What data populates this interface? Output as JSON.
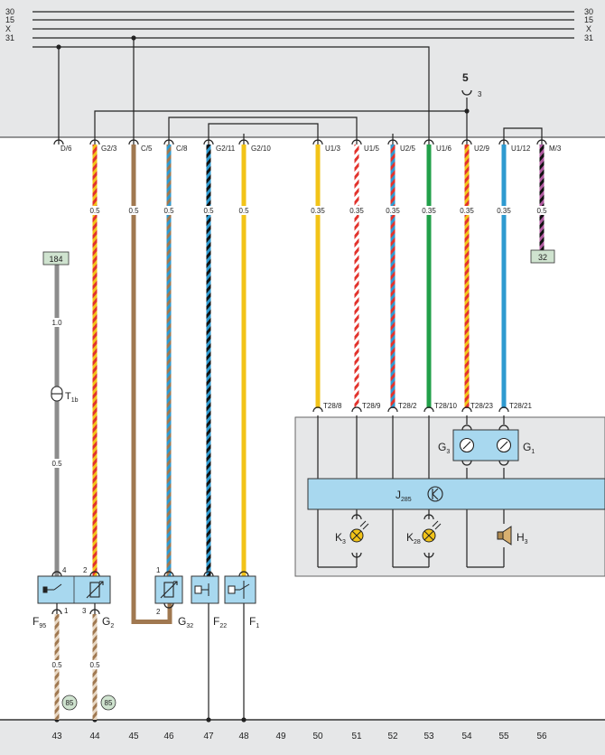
{
  "rails": [
    {
      "left": "30",
      "right": "30"
    },
    {
      "left": "15",
      "right": "15"
    },
    {
      "left": "X",
      "right": "X"
    },
    {
      "left": "31",
      "right": "31"
    }
  ],
  "ground_point": {
    "number": "5",
    "sub": "3"
  },
  "pins": {
    "d6": "D/6",
    "g23": "G2/3",
    "c5": "C/5",
    "c8": "C/8",
    "g211": "G2/11",
    "g210": "G2/10",
    "u13": "U1/3",
    "u15": "U1/5",
    "u25": "U2/5",
    "u16": "U1/6",
    "u29": "U2/9",
    "u112": "U1/12",
    "m3": "M/3"
  },
  "gauges": {
    "g23": "0.5",
    "c5": "0.5",
    "c8": "0.5",
    "g211": "0.5",
    "g210": "0.5",
    "u13": "0.35",
    "u15": "0.35",
    "u25": "0.35",
    "u16": "0.35",
    "u29": "0.35",
    "u112": "0.35",
    "m3": "0.5",
    "grey_top": "1.0",
    "grey_bottom": "0.5",
    "f95_out": "0.5",
    "g2_out": "0.5"
  },
  "refs": {
    "ref184": "184",
    "ref32": "32",
    "ref85a": "85",
    "ref85b": "85"
  },
  "connector": {
    "main": "T",
    "sub": "1b"
  },
  "cluster_pins": {
    "p8": "T28/8",
    "p9": "T28/9",
    "p2": "T28/2",
    "p10": "T28/10",
    "p23": "T28/23",
    "p21": "T28/21"
  },
  "cluster": {
    "g3": {
      "main": "G",
      "sub": "3"
    },
    "g1": {
      "main": "G",
      "sub": "1"
    },
    "j285": {
      "main": "J",
      "sub": "285"
    },
    "k3": {
      "main": "K",
      "sub": "3"
    },
    "k28": {
      "main": "K",
      "sub": "28"
    },
    "h3": {
      "main": "H",
      "sub": "3"
    }
  },
  "components": {
    "f95": {
      "main": "F",
      "sub": "95"
    },
    "g2": {
      "main": "G",
      "sub": "2"
    },
    "g32": {
      "main": "G",
      "sub": "32"
    },
    "f22": {
      "main": "F",
      "sub": "22"
    },
    "f1": {
      "main": "F",
      "sub": "1"
    }
  },
  "comp_pins": {
    "f95_4": "4",
    "f95_1": "1",
    "g2_2": "2",
    "g2_3": "3",
    "g32_1": "1",
    "g32_2": "2"
  },
  "tracks": [
    "43",
    "44",
    "45",
    "46",
    "47",
    "48",
    "49",
    "50",
    "51",
    "52",
    "53",
    "54",
    "55",
    "56"
  ],
  "colors": {
    "panel": "#e6e7e8",
    "cluster_panel": "#e6e7e8",
    "box": "#a8d8ef",
    "label": "#cfe3cf",
    "red": "#e2322c",
    "yellow": "#f2c318",
    "blue": "#2e9ad0",
    "brown": "#a07850",
    "green": "#22a04a",
    "grey": "#8c8c8c",
    "violet": "#b05aa0",
    "black": "#111111"
  }
}
